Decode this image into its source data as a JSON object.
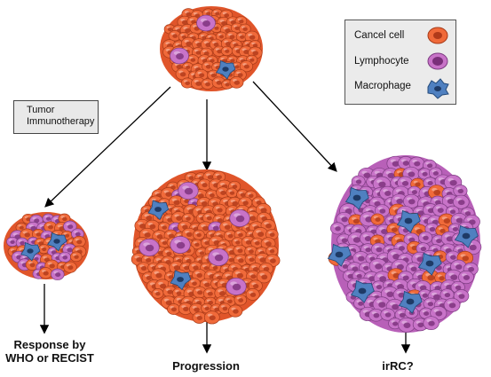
{
  "legend": {
    "items": [
      {
        "label": "Cancel cell",
        "icon": "cancer-cell-icon",
        "color": "#f06a3a"
      },
      {
        "label": "Lymphocyte",
        "icon": "lymphocyte-icon",
        "color": "#c873c8"
      },
      {
        "label": "Macrophage",
        "icon": "macrophage-icon",
        "color": "#4f80c0"
      }
    ]
  },
  "treatment": {
    "line1": "Tumor",
    "line2": "Immunotherapy"
  },
  "outcomes": {
    "response_line1": "Response by",
    "response_line2": "WHO or RECIST",
    "progression": "Progression",
    "irrc": "irRC?"
  },
  "colors": {
    "cancer": "#f06a3a",
    "cancer_nucleus": "#b03a1a",
    "lymphocyte": "#c873c8",
    "lymphocyte_nucleus": "#7a2f7a",
    "macrophage": "#4f80c0"
  }
}
